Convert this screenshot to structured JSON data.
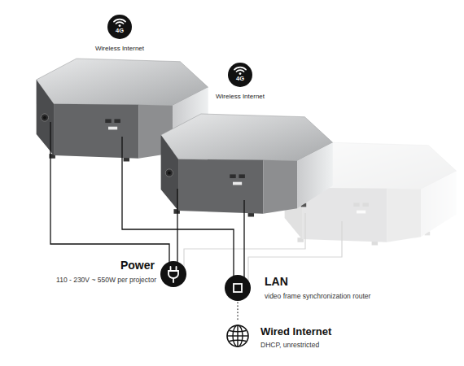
{
  "diagram": {
    "nodes": [
      {
        "text": [
          "4G",
          "Wireless Internet"
        ]
      },
      {
        "text": [
          "4G",
          "Wireless Internet"
        ]
      },
      {
        "text": [
          "Power",
          "110 - 230V ~ 550W per projector"
        ]
      },
      {
        "text": [
          "LAN",
          "video frame synchronization router"
        ]
      },
      {
        "text": [
          "Wired Internet",
          "DHCP, unrestricted"
        ]
      }
    ],
    "edges": [
      {
        "from": 3,
        "to": 4,
        "arrow": "none"
      }
    ]
  }
}
